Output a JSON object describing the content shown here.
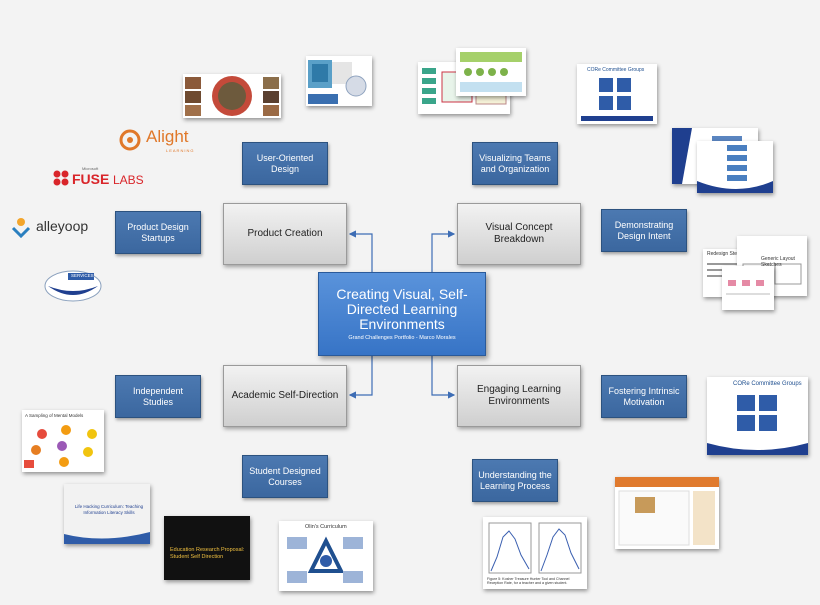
{
  "center": {
    "title": "Creating Visual, Self-Directed Learning Environments",
    "subtitle": "Grand Challenges Portfolio - Marco Morales"
  },
  "primary": {
    "product_creation": "Product Creation",
    "visual_concept": "Visual Concept Breakdown",
    "academic": "Academic Self-Direction",
    "engaging": "Engaging Learning Environments"
  },
  "secondary": {
    "user_oriented": "User-Oriented Design",
    "product_design": "Product Design Startups",
    "visualizing_teams": "Visualizing Teams and Organization",
    "demonstrating": "Demonstrating Design Intent",
    "independent": "Independent Studies",
    "student_designed": "Student Designed Courses",
    "fostering": "Fostering Intrinsic Motivation",
    "understanding": "Understanding the Learning Process"
  },
  "logos": {
    "alight": "Alight",
    "alight_sub": "LEARNING",
    "fuse_pre": "Microsoft",
    "fuse": "FUSE",
    "fuse_labs": "LABS",
    "alleyoop": "alleyoop",
    "services": "SERVICES"
  },
  "thumbs": {
    "core1": "CORe Committee Groups",
    "core2": "CORe Committee Groups",
    "redesign": "Redesign Steps",
    "layout": "Generic Layout Sketches",
    "mental": "A Sampling of Mental Models",
    "hacking": "Life Hacking Curriculum: Teaching Information Literacy Skills",
    "proposal_a": "Education Research Proposal:",
    "proposal_b": "Student Self Direction",
    "olins": "Olin's Curriculum",
    "figure": "Figure 5: Kosher Treasure Hunter Tool and Channel Reception Rate, for a teacher and a given student."
  },
  "colors": {
    "blue_box": "#4471aa",
    "center": "#4a86d4",
    "arrow": "#3d6db5"
  }
}
